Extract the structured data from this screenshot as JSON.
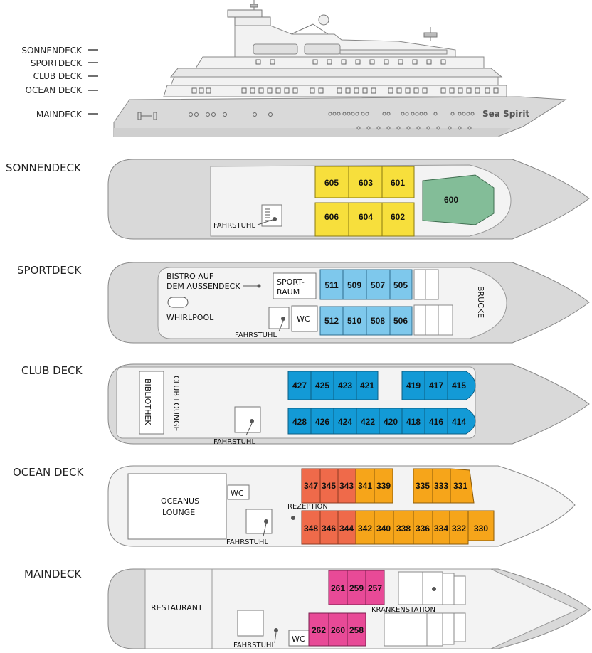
{
  "side_view": {
    "labels": [
      "SONNENDECK",
      "SPORTDECK",
      "CLUB DECK",
      "OCEAN DECK",
      "MAINDECK"
    ],
    "ship_name": "Sea Spirit"
  },
  "colors": {
    "hull": "#d9d9d9",
    "deck_floor": "#f3f3f3",
    "yellow_cabins": "#f7df3c",
    "green_suite": "#83bd98",
    "light_blue_cabins": "#7ec8ec",
    "blue_cabins": "#139ad6",
    "red_cabins": "#ef6a4a",
    "orange_cabins": "#f6a51a",
    "pink_cabins": "#e84a97"
  },
  "decks": {
    "sonnendeck": {
      "title": "SONNENDECK",
      "labels": {
        "lift": "FAHRSTUHL"
      },
      "cabins_top": [
        "605",
        "603",
        "601"
      ],
      "cabins_bottom": [
        "606",
        "604",
        "602"
      ],
      "suite": "600"
    },
    "sportdeck": {
      "title": "SPORTDECK",
      "labels": {
        "bistro_line1": "BISTRO AUF",
        "bistro_line2": "DEM AUSSENDECK",
        "whirlpool": "WHIRLPOOL",
        "sport_line1": "SPORT-",
        "sport_line2": "RAUM",
        "wc": "WC",
        "lift": "FAHRSTUHL",
        "bridge": "BRÜCKE"
      },
      "cabins_top": [
        "511",
        "509",
        "507",
        "505"
      ],
      "cabins_bottom": [
        "512",
        "510",
        "508",
        "506"
      ]
    },
    "clubdeck": {
      "title": "CLUB DECK",
      "labels": {
        "library": "BIBLIOTHEK",
        "lounge": "CLUB LOUNGE",
        "lift": "FAHRSTUHL"
      },
      "cabins_top_left": [
        "427",
        "425",
        "423",
        "421"
      ],
      "cabins_top_right": [
        "419",
        "417",
        "415"
      ],
      "cabins_bottom": [
        "428",
        "426",
        "424",
        "422",
        "420",
        "418",
        "416",
        "414"
      ]
    },
    "oceandeck": {
      "title": "OCEAN DECK",
      "labels": {
        "lounge_line1": "OCEANUS",
        "lounge_line2": "LOUNGE",
        "wc": "WC",
        "reception": "REZEPTION",
        "lift": "FAHRSTUHL"
      },
      "cabins_top_red": [
        "347",
        "345",
        "343"
      ],
      "cabins_top_orange": [
        "341",
        "339"
      ],
      "cabins_top_right": [
        "335",
        "333",
        "331"
      ],
      "cabins_bottom_red": [
        "348",
        "346",
        "344"
      ],
      "cabins_bottom_orange": [
        "342",
        "340",
        "338",
        "336",
        "334",
        "332",
        "330"
      ]
    },
    "maindeck": {
      "title": "MAINDECK",
      "labels": {
        "restaurant": "RESTAURANT",
        "lift": "FAHRSTUHL",
        "wc": "WC",
        "hospital": "KRANKENSTATION"
      },
      "cabins_top": [
        "261",
        "259",
        "257"
      ],
      "cabins_bottom": [
        "262",
        "260",
        "258"
      ]
    }
  }
}
